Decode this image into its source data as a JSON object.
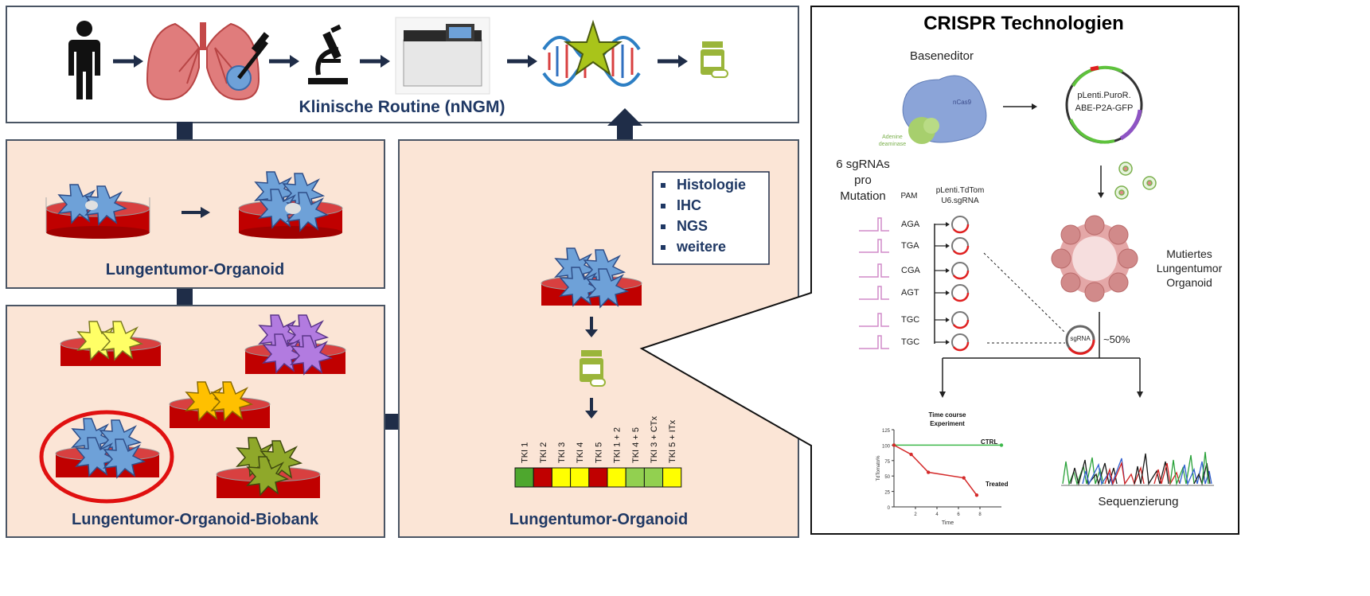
{
  "clinical": {
    "title": "Klinische Routine (nNGM)"
  },
  "organoid_box": {
    "title": "Lungentumor-Organoid"
  },
  "biobank_box": {
    "title": "Lungentumor-Organoid-Biobank"
  },
  "drug_box": {
    "title": "Lungentumor-Organoid",
    "analyses": [
      "Histologie",
      "IHC",
      "NGS",
      "weitere"
    ],
    "drug_screen": {
      "labels": [
        "TKI 1",
        "TKI 2",
        "TKI 3",
        "TKI 4",
        "TKI 5",
        "TKI 1 + 2",
        "TKI 4 + 5",
        "TKI 3 + CTx",
        "TKI 5 + ITx"
      ],
      "colors": [
        "#4ea72e",
        "#c00000",
        "#ffff00",
        "#ffff00",
        "#c00000",
        "#ffff00",
        "#92d050",
        "#92d050",
        "#ffff00"
      ]
    }
  },
  "crispr": {
    "title": "CRISPR Technologien",
    "base_editor": "Baseneditor",
    "ncas9": "nCas9",
    "deaminase": "Adenine deaminase",
    "plasmid_1": "pLenti.PuroR.",
    "plasmid_2": "ABE-P2A-GFP",
    "sgrna_heading_1": "6 sgRNAs",
    "sgrna_heading_2": "pro",
    "sgrna_heading_3": "Mutation",
    "pam_label": "PAM",
    "vector_1": "pLenti.TdTom",
    "vector_2": "U6.sgRNA",
    "pams": [
      "AGA",
      "TGA",
      "CGA",
      "AGT",
      "TGC",
      "TGC"
    ],
    "sgrna_circle": "sgRNA",
    "mutated_1": "Mutiertes",
    "mutated_2": "Lungentumor",
    "mutated_3": "Organoid",
    "percent": "~50%",
    "sequencing": "Sequenzierung"
  },
  "chart_data": {
    "type": "line",
    "title": "Time course Experiment",
    "xlabel": "Time",
    "ylabel": "TdTomato%",
    "xlim": [
      0,
      10
    ],
    "ylim": [
      0,
      125
    ],
    "x_ticks": [
      2,
      4,
      6,
      8
    ],
    "y_ticks": [
      0,
      25,
      50,
      75,
      100,
      125
    ],
    "series": [
      {
        "name": "CTRL",
        "color": "#3cb84a",
        "x": [
          0,
          10
        ],
        "y": [
          100,
          100
        ]
      },
      {
        "name": "Treated",
        "color": "#d42a2a",
        "x": [
          0,
          1.6,
          3.2,
          6.5,
          7.7
        ],
        "y": [
          100,
          85,
          56,
          47,
          19
        ]
      }
    ]
  }
}
